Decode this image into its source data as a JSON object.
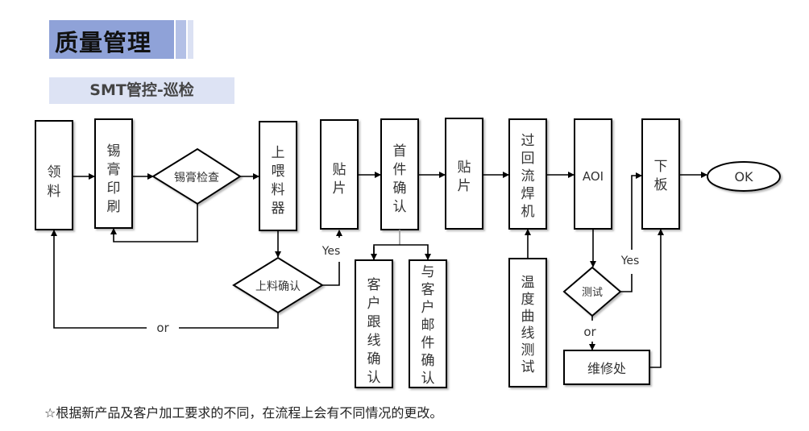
{
  "header": {
    "title": "质量管理",
    "subtitle": "SMT管控-巡检",
    "band_color": "#8fa2d8",
    "subtitle_band_color": "#dde3f4"
  },
  "flow": {
    "nodes": {
      "receive_material": [
        "领",
        "料"
      ],
      "solder_paste_print": [
        "锡",
        "膏",
        "印",
        "刷"
      ],
      "solder_paste_check": "锡膏检查",
      "load_feeder": [
        "上",
        "喂",
        "料",
        "器"
      ],
      "feed_confirm": "上料确认",
      "placement_1": [
        "贴",
        "片"
      ],
      "first_article": [
        "首",
        "件",
        "确",
        "认"
      ],
      "customer_wire_confirm": [
        "客",
        "户",
        "跟",
        "线",
        "确",
        "认"
      ],
      "customer_email_confirm": [
        "与",
        "客",
        "户",
        "邮",
        "件",
        "确",
        "认"
      ],
      "placement_2": [
        "贴",
        "片"
      ],
      "reflow": [
        "过",
        "回",
        "流",
        "焊",
        "机"
      ],
      "temp_profile_test": [
        "温",
        "度",
        "曲",
        "线",
        "测",
        "试"
      ],
      "aoi": "AOI",
      "test": "测试",
      "repair": "维修处",
      "unload": [
        "下",
        "板"
      ],
      "ok": "OK"
    },
    "labels": {
      "yes_feed": "Yes",
      "or_feed": "or",
      "yes_test": "Yes",
      "or_test": "or"
    }
  },
  "footnote": "☆根据新产品及客户加工要求的不同，在流程上会有不同情况的更改。"
}
